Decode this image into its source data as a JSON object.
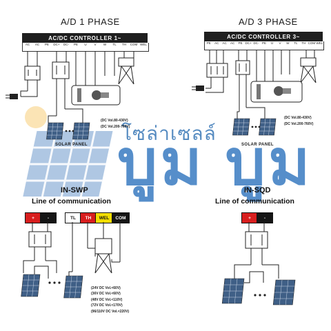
{
  "left": {
    "title": "A/D 1 PHASE",
    "controller": "AC/DC CONTROLLER 1~",
    "terminals": [
      "AC",
      "AC",
      "PE",
      "DC+",
      "DC-",
      "PE",
      "U",
      "V",
      "W",
      "TL",
      "TH",
      "COM",
      "WEL"
    ],
    "volt_lines": [
      "(DC Vol.80-430V)",
      "(DC Vol.200-760V)"
    ],
    "panel_label": "SOLAR PANEL"
  },
  "right": {
    "title": "A/D 3 PHASE",
    "controller": "AC/DC CONTROLLER 3~",
    "terminals": [
      "PE",
      "AC",
      "AC",
      "AC",
      "PE",
      "DC+",
      "DC-",
      "PE",
      "U",
      "V",
      "W",
      "TL",
      "TH",
      "COM",
      "WEL"
    ],
    "volt_lines": [
      "(DC Vol.80-430V)",
      "(DC Vol.200-760V)"
    ],
    "panel_label": "SOLAR PANEL"
  },
  "watermark": {
    "top": "โซล่าเซลล์",
    "big": "บูม บูม"
  },
  "swp": {
    "title": "IN-SWP",
    "subtitle": "Line of communication",
    "plus": "+",
    "minus": "-",
    "tags": [
      "TL",
      "TH",
      "WEL",
      "COM"
    ],
    "voltages": [
      "(24V DC Vol.<60V)",
      "(36V DC Vol.<60V)",
      "(48V DC Vol.<110V)",
      "(72V DC Vol.<170V)",
      "(96/110V DC Vol.<220V)"
    ]
  },
  "sqd": {
    "title": "IN-SQD",
    "subtitle": "Line of communication",
    "plus": "+",
    "minus": "-"
  },
  "colors": {
    "red": "#d81e1e",
    "black": "#151515",
    "yellow": "#f2dd00",
    "watermark": "#2d73bd"
  }
}
